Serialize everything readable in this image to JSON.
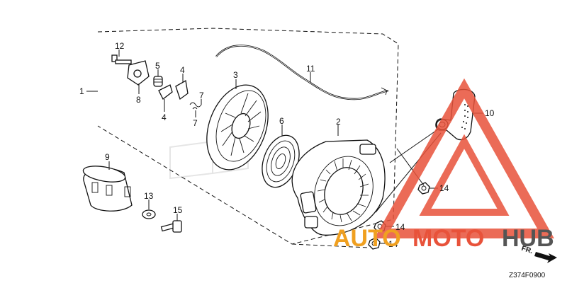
{
  "labels": {
    "p1": "1",
    "p2": "2",
    "p3": "3",
    "p4a": "4",
    "p4b": "4",
    "p5": "5",
    "p6": "6",
    "p7a": "7",
    "p7b": "7",
    "p8": "8",
    "p9": "9",
    "p10": "10",
    "p11": "11",
    "p12": "12",
    "p13": "13",
    "p14a": "14",
    "p14b": "14",
    "p14c": "14",
    "p15": "15"
  },
  "direction_label": "FR.",
  "diagram_code": "Z374F0900",
  "watermark": {
    "part1": "AUTO",
    "part2": "MOTO",
    "part3": "HUB",
    "color_primary": "#f0a020",
    "color_secondary": "#e8523a",
    "color_dark": "#555555"
  }
}
